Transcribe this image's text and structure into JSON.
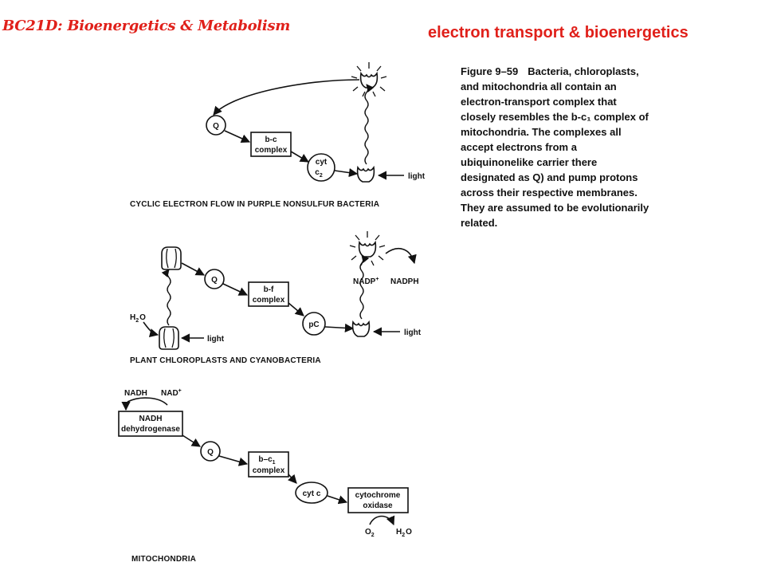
{
  "header": {
    "course_title": "BC21D: Bioenergetics & Metabolism",
    "topic_title": "electron transport & bioenergetics"
  },
  "caption": {
    "figure_label": "Figure 9–59",
    "lines": [
      "Bacteria, chloroplasts,",
      "and mitochondria all contain an",
      "electron-transport complex that",
      "closely resembles the b-c₁ complex of",
      "mitochondria. The complexes all",
      "accept electrons from a",
      "ubiquinonelike carrier there",
      "designated as Q) and pump protons",
      "across their respective membranes.",
      "They are assumed to be evolutionarily",
      "related."
    ]
  },
  "panels": {
    "bacteria": {
      "title": "CYCLIC ELECTRON FLOW IN PURPLE NONSULFUR BACTERIA",
      "q": "Q",
      "complex_line1": "b-c",
      "complex_line2": "complex",
      "cyt_line1": "cyt",
      "cyt_line2": "c",
      "cyt_sub": "2",
      "light": "light"
    },
    "chloroplast": {
      "title": "PLANT CHLOROPLASTS AND CYANOBACTERIA",
      "q": "Q",
      "complex_line1": "b-f",
      "complex_line2": "complex",
      "pc": "pC",
      "water": "H",
      "water_sub": "2",
      "water_o": "O",
      "light1": "light",
      "light2": "light",
      "nadp": "NADP",
      "nadp_sup": "+",
      "nadph": "NADPH"
    },
    "mitochondria": {
      "title": "MITOCHONDRIA",
      "nadh": "NADH",
      "nad": "NAD",
      "nad_sup": "+",
      "dehydro_line1": "NADH",
      "dehydro_line2": "dehydrogenase",
      "q": "Q",
      "complex_line1": "b–c",
      "complex_sub": "1",
      "complex_line2": "complex",
      "cytc": "cyt c",
      "oxidase_line1": "cytochrome",
      "oxidase_line2": "oxidase",
      "o2": "O",
      "o2_sub": "2",
      "h2o": "H",
      "h2o_sub": "2",
      "h2o_o": "O"
    }
  }
}
